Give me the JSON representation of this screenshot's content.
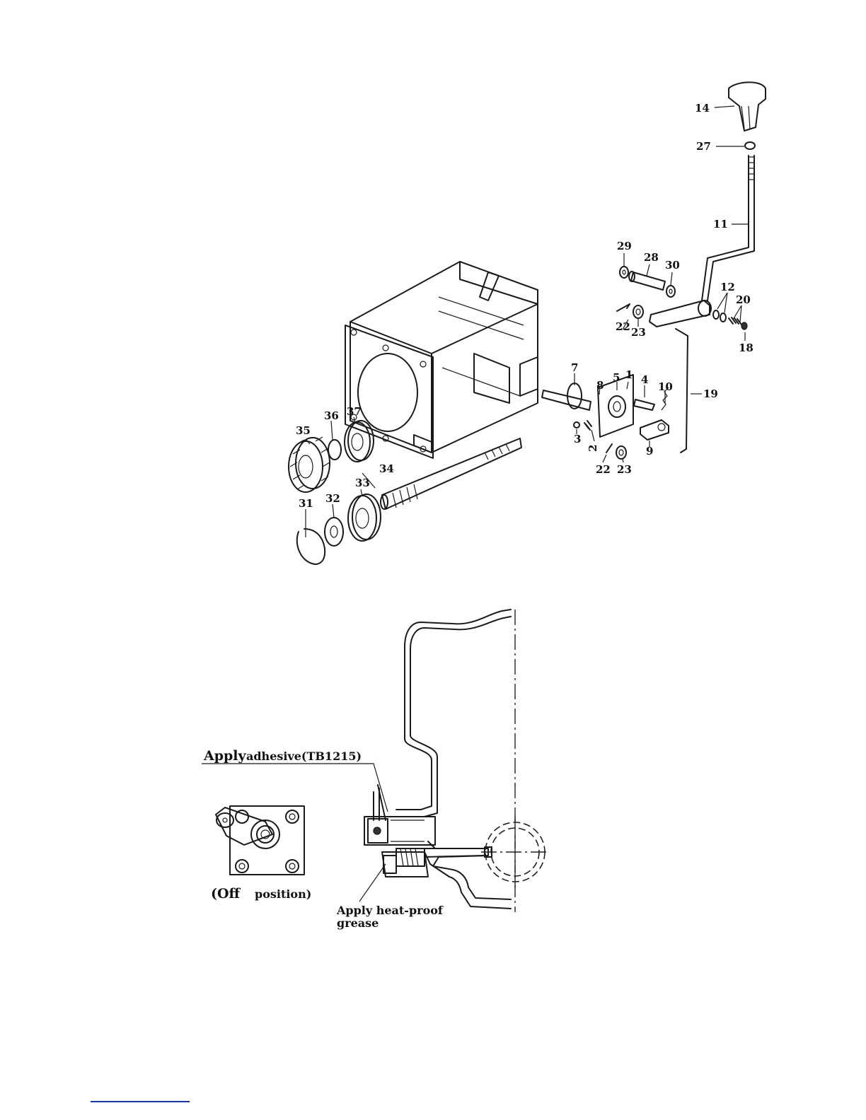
{
  "callouts": {
    "c1": "1",
    "c2": "2",
    "c3": "3",
    "c4": "4",
    "c5": "5",
    "c7": "7",
    "c8": "8",
    "c9": "9",
    "c10": "10",
    "c11": "11",
    "c12": "12",
    "c14": "14",
    "c18": "18",
    "c19": "19",
    "c20": "20",
    "c22a": "22",
    "c22b": "22",
    "c23a": "23",
    "c23b": "23",
    "c27": "27",
    "c28": "28",
    "c29": "29",
    "c30": "30",
    "c31": "31",
    "c32": "32",
    "c33": "33",
    "c34": "34",
    "c35": "35",
    "c36": "36",
    "c37": "37"
  },
  "notes": {
    "adhesive_apply": "Apply",
    "adhesive_text": "adhesive(TB1215)",
    "off_open": "(Off",
    "off_position": "position)",
    "grease_line1": "Apply heat-proof",
    "grease_line2": "grease"
  }
}
